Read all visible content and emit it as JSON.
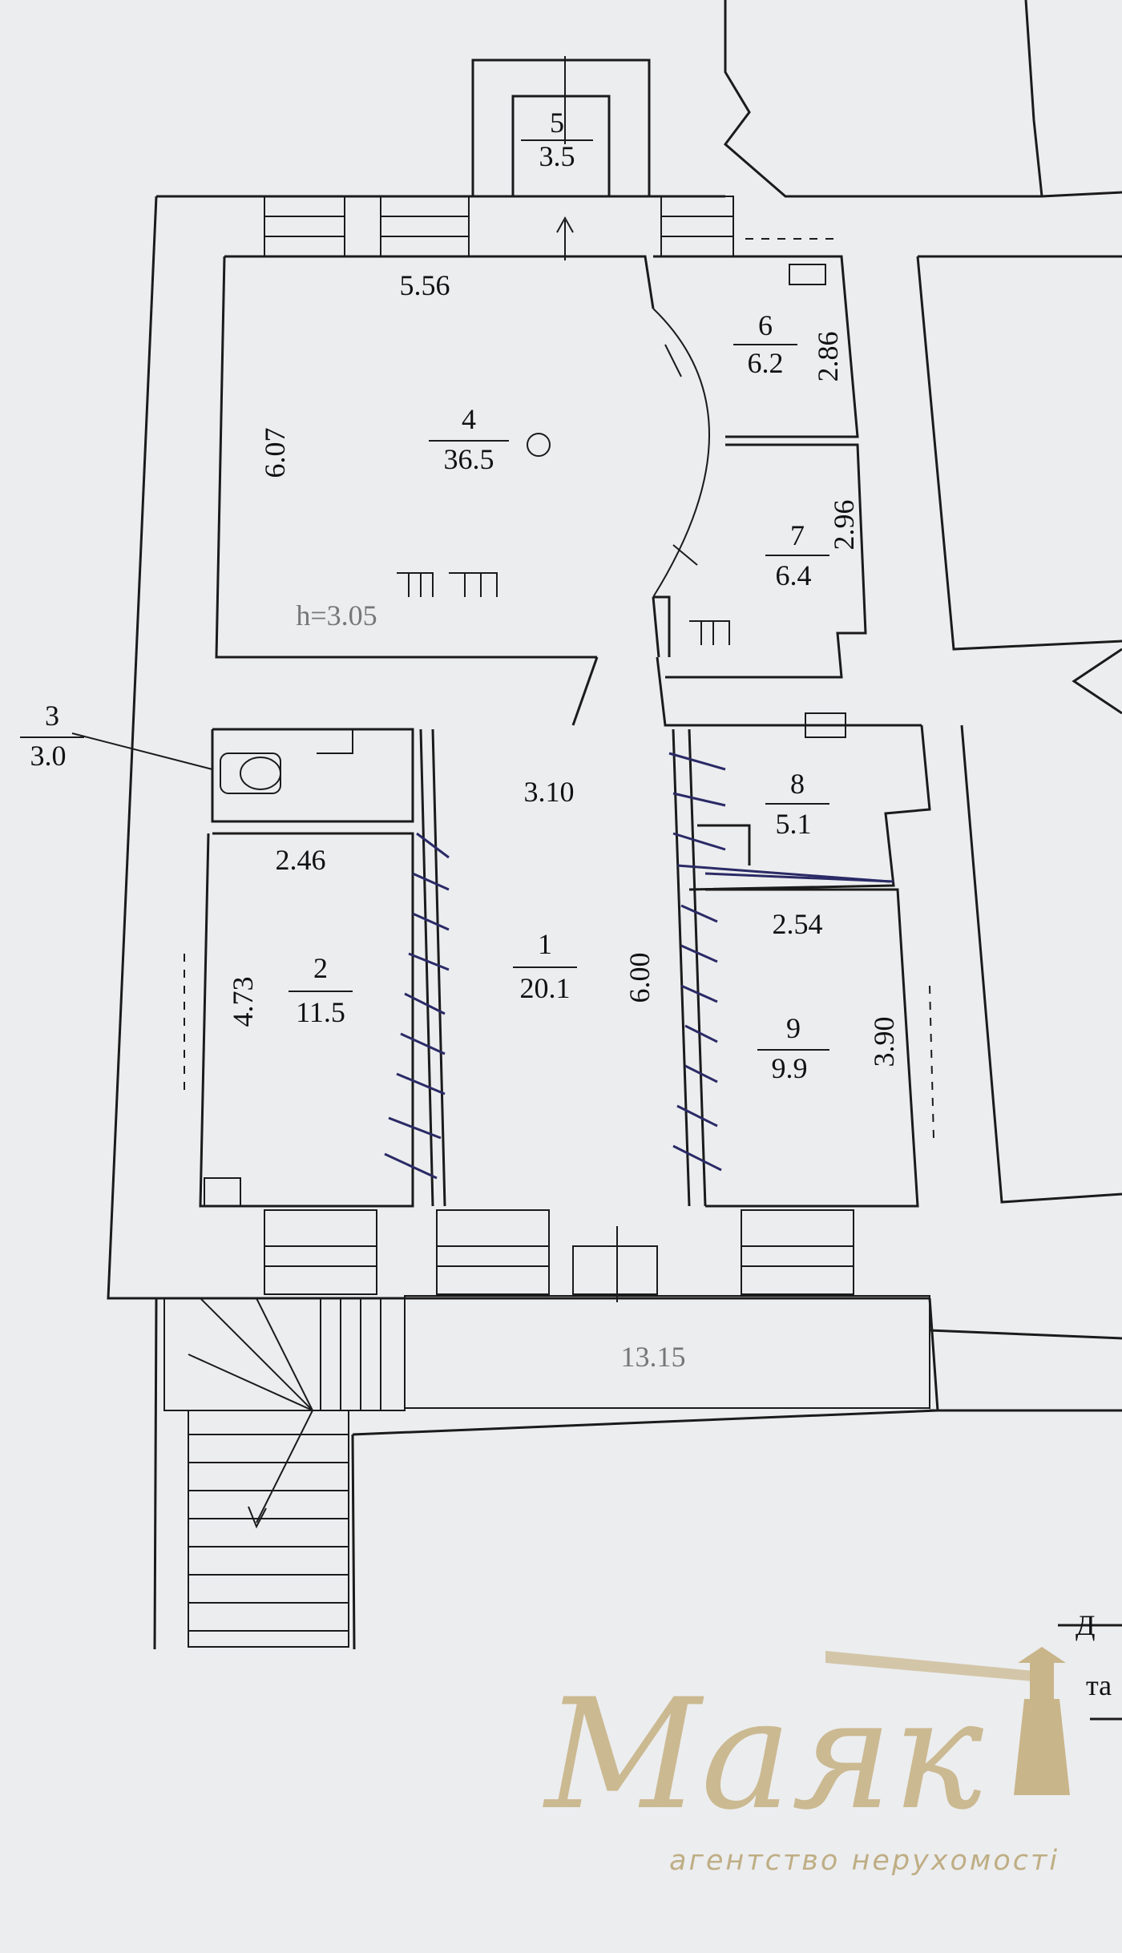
{
  "rooms": [
    {
      "id": "r1",
      "number": "1",
      "area": "20.1"
    },
    {
      "id": "r2",
      "number": "2",
      "area": "11.5"
    },
    {
      "id": "r3",
      "number": "3",
      "area": "3.0"
    },
    {
      "id": "r4",
      "number": "4",
      "area": "36.5"
    },
    {
      "id": "r5",
      "number": "5",
      "area": "3.5"
    },
    {
      "id": "r6",
      "number": "6",
      "area": "6.2"
    },
    {
      "id": "r7",
      "number": "7",
      "area": "6.4"
    },
    {
      "id": "r8",
      "number": "8",
      "area": "5.1"
    },
    {
      "id": "r9",
      "number": "9",
      "area": "9.9"
    }
  ],
  "dimensions": {
    "room4_width": "5.56",
    "room4_depth": "6.07",
    "ceiling_height": "h=3.05",
    "room6_depth": "2.86",
    "room7_depth": "2.96",
    "corridor_width": "3.10",
    "room2_width": "2.46",
    "room2_depth": "4.73",
    "corridor_length": "6.00",
    "room9_width": "2.54",
    "room9_depth": "3.90",
    "porch_length": "13.15"
  },
  "edge_text": {
    "top": "Д",
    "bottom": "та"
  },
  "logo": {
    "name": "Маяк",
    "tagline": "агентство нерухомості",
    "color": "#c9b58a"
  }
}
